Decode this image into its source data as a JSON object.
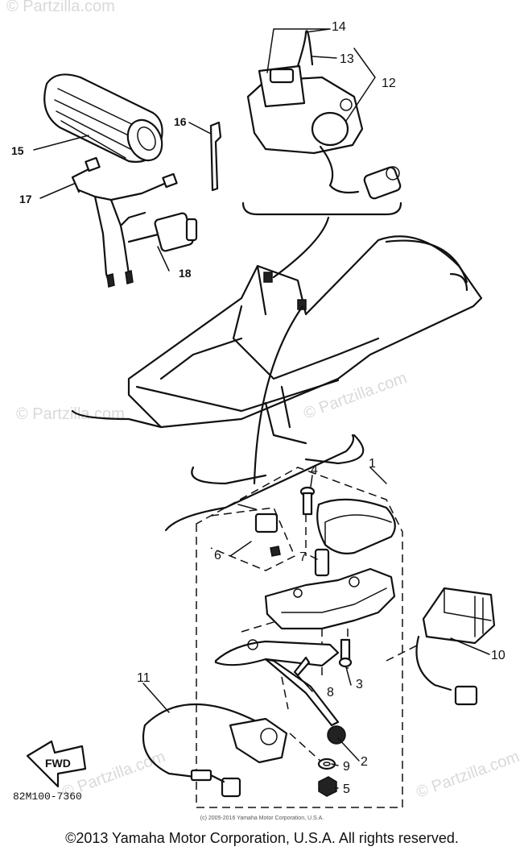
{
  "diagram": {
    "callouts": [
      "1",
      "2",
      "3",
      "4",
      "5",
      "6",
      "7",
      "8",
      "9",
      "10",
      "11",
      "12",
      "13",
      "14",
      "15",
      "16",
      "17",
      "18"
    ],
    "part_code": "82M100-7360",
    "direction_mark": "FWD",
    "watermarks": [
      "© Partzilla.com",
      "© Partzilla.com",
      "© Partzilla.com",
      "© Partzilla.com",
      "© Partzilla.com"
    ],
    "small_copyright": "(c) 2005-2016 Yamaha Motor Corporation, U.S.A.",
    "footer": "©2013 Yamaha Motor Corporation, U.S.A. All rights reserved."
  }
}
